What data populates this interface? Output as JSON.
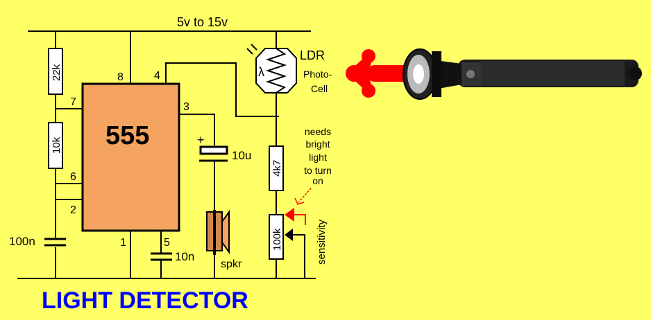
{
  "title": "LIGHT DETECTOR",
  "supply_label": "5v to 15v",
  "ic": {
    "label": "555",
    "pins": {
      "p1": "1",
      "p2": "2",
      "p3": "3",
      "p4": "4",
      "p5": "5",
      "p6": "6",
      "p7": "7",
      "p8": "8"
    }
  },
  "components": {
    "r1": "22k",
    "r2": "10k",
    "r3": "4k7",
    "pot": "100k",
    "c_timing": "100n",
    "c_ctrl": "10n",
    "c_out": "10u",
    "c_out_plus": "+",
    "speaker": "spkr",
    "ldr": "LDR",
    "ldr_desc_1": "Photo-",
    "ldr_desc_2": "Cell",
    "sensitivity": "sensitivity"
  },
  "note": [
    "needs",
    "bright",
    "light",
    "to turn",
    "on"
  ],
  "colors": {
    "background": "#ffff66",
    "ic": "#f4a460",
    "title": "#0000ff",
    "arrow": "#ff0000",
    "speaker": "#d2884a"
  }
}
